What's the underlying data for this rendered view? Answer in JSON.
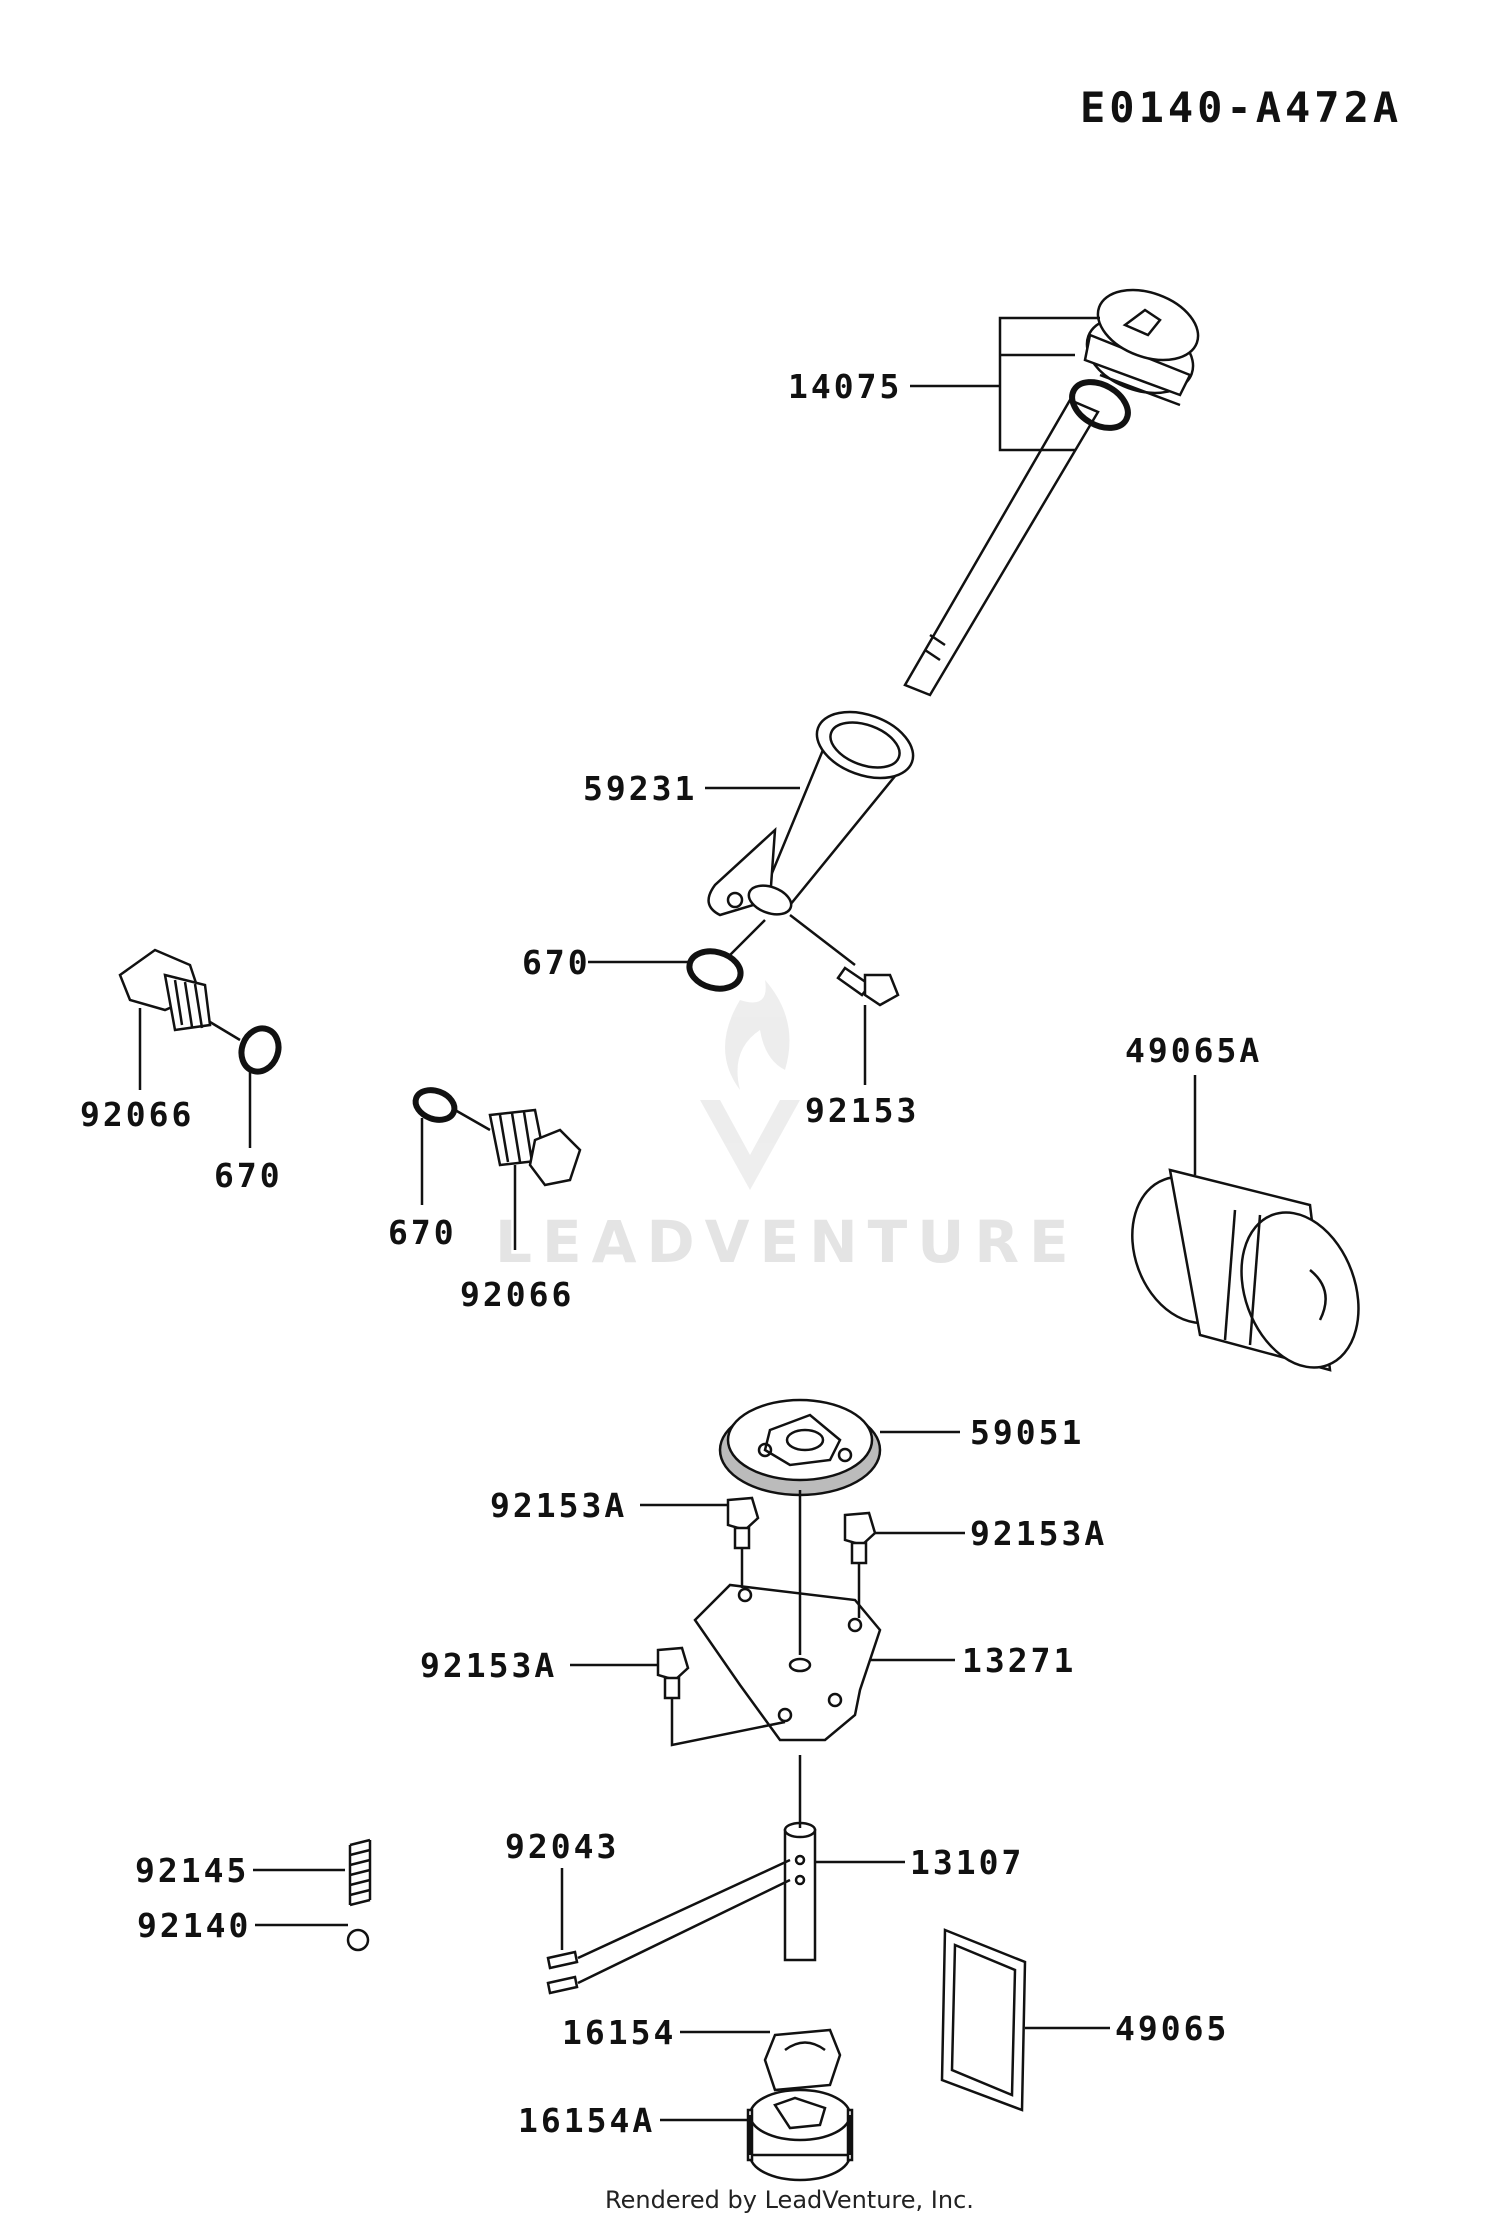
{
  "diagram_code": "E0140-A472A",
  "footer": "Rendered by LeadVenture, Inc.",
  "watermark": "LEADVENTURE",
  "parts": {
    "p14075": "14075",
    "p59231": "59231",
    "p670_a": "670",
    "p92153": "92153",
    "p92066_a": "92066",
    "p670_b": "670",
    "p670_c": "670",
    "p92066_b": "92066",
    "p49065A": "49065A",
    "p59051": "59051",
    "p92153A_a": "92153A",
    "p92153A_b": "92153A",
    "p92153A_c": "92153A",
    "p13271": "13271",
    "p92145": "92145",
    "p92140": "92140",
    "p92043": "92043",
    "p13107": "13107",
    "p16154": "16154",
    "p16154A": "16154A",
    "p49065": "49065"
  }
}
